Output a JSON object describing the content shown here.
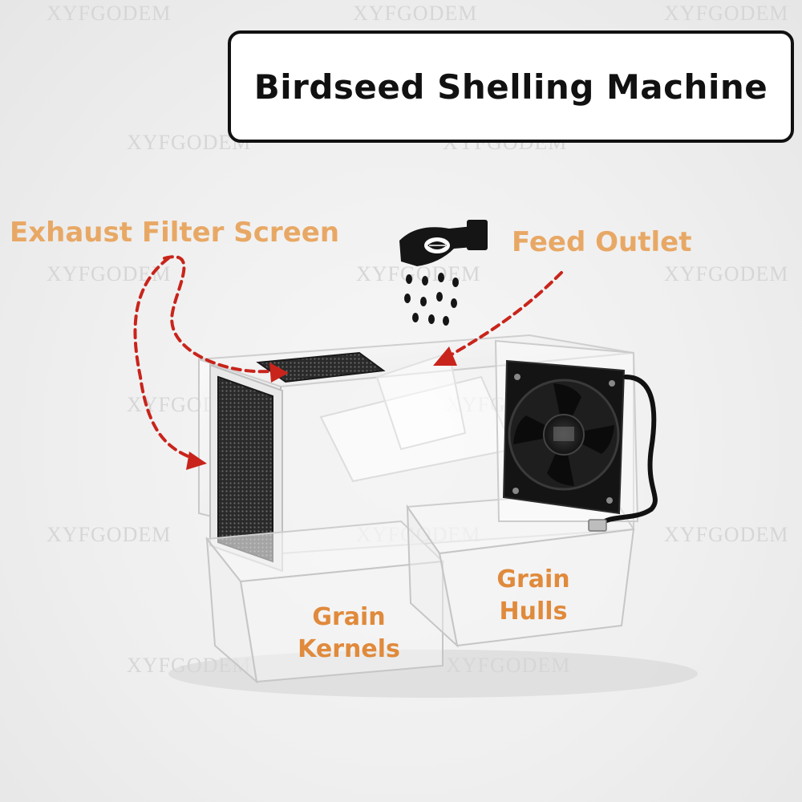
{
  "title": "Birdseed Shelling Machine",
  "watermark": "XYFGODEM",
  "callouts": {
    "exhaust": "Exhaust Filter Screen",
    "feed": "Feed Outlet"
  },
  "bins": {
    "kernels_line1": "Grain",
    "kernels_line2": "Kernels",
    "hulls_line1": "Grain",
    "hulls_line2": "Hulls"
  },
  "colors": {
    "callout_text": "#e8a865",
    "bin_text": "#e08a3c",
    "arrow": "#c8241b",
    "title_border": "#111111"
  },
  "icons": [
    "hand-seeds-icon",
    "cooling-fan-icon"
  ]
}
